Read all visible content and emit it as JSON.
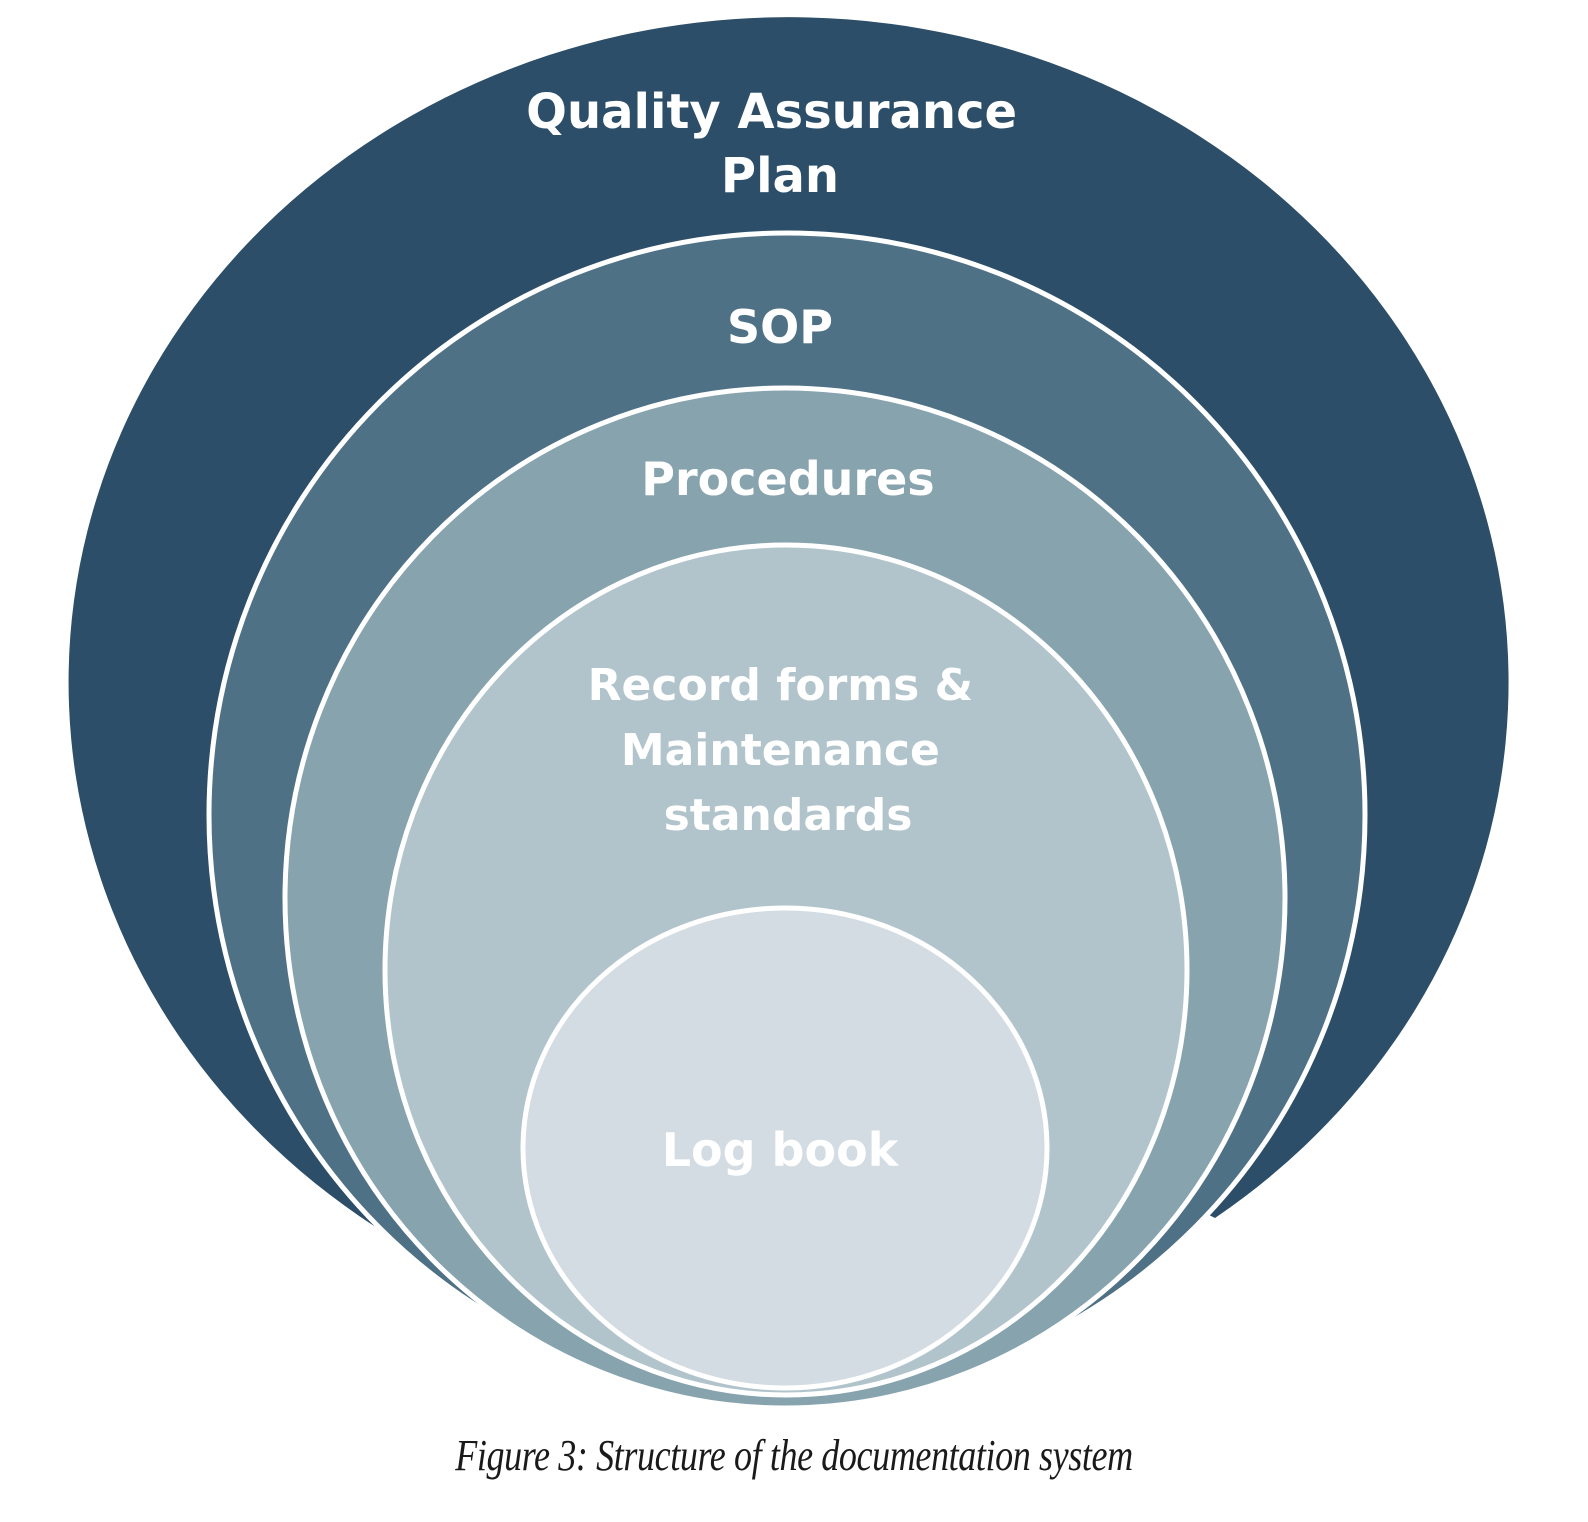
{
  "levels": [
    {
      "lines": [
        "Quality Assurance",
        "Plan"
      ],
      "fill": "#2c4e69"
    },
    {
      "lines": [
        "SOP"
      ],
      "fill": "#4f7186"
    },
    {
      "lines": [
        "Procedures"
      ],
      "fill": "#87a3ae"
    },
    {
      "lines": [
        "Record forms &",
        "Maintenance",
        "standards"
      ],
      "fill": "#b1c4cb"
    },
    {
      "lines": [
        "Log book"
      ],
      "fill": "#d3dce2"
    }
  ],
  "ring_stroke": "#ffffff",
  "caption": "Figure 3: Structure of the documentation system"
}
